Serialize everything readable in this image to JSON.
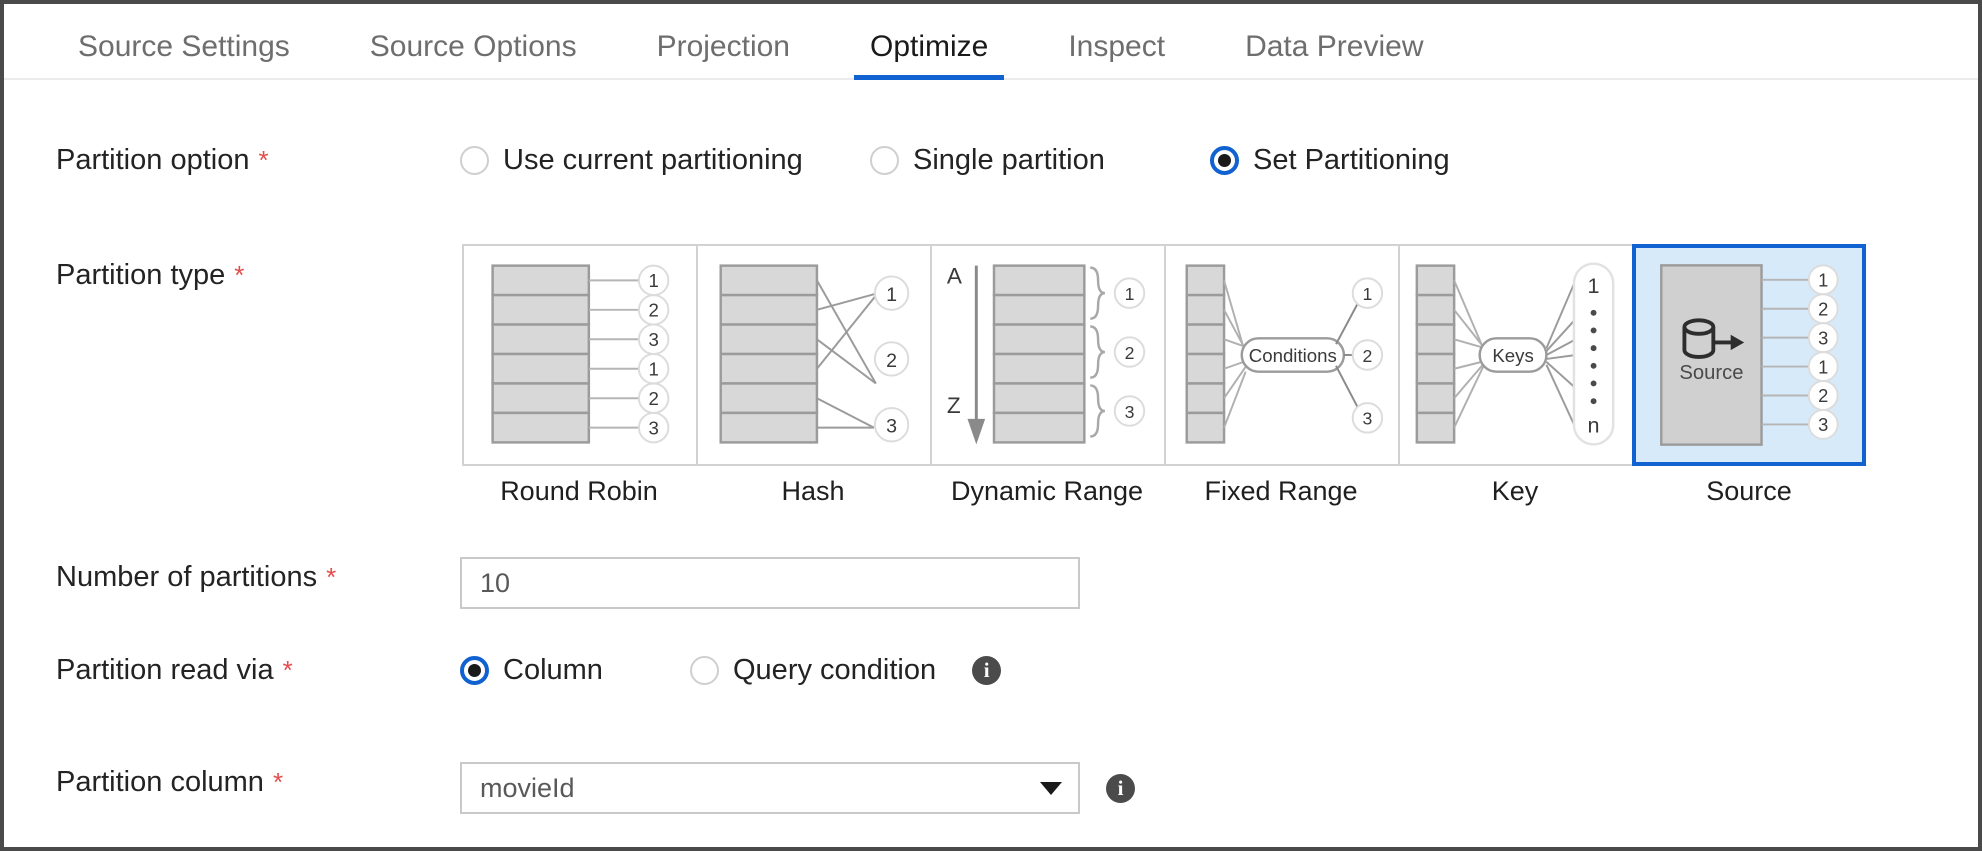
{
  "tabs": [
    {
      "label": "Source Settings",
      "active": false
    },
    {
      "label": "Source Options",
      "active": false
    },
    {
      "label": "Projection",
      "active": false
    },
    {
      "label": "Optimize",
      "active": true
    },
    {
      "label": "Inspect",
      "active": false
    },
    {
      "label": "Data Preview",
      "active": false
    }
  ],
  "colors": {
    "accent": "#0f62d0",
    "selected_card_fill": "#d6eaf9",
    "required_asterisk": "#e34c4c",
    "diagram_gray": "#d8d8d8",
    "diagram_stroke": "#9b9b9b",
    "info_icon": "#4b4b4b"
  },
  "partition_option": {
    "label": "Partition option",
    "required": "*",
    "options": [
      {
        "label": "Use current partitioning",
        "selected": false
      },
      {
        "label": "Single partition",
        "selected": false
      },
      {
        "label": "Set Partitioning",
        "selected": true
      }
    ]
  },
  "partition_type": {
    "label": "Partition type",
    "required": "*",
    "cards": [
      {
        "label": "Round Robin",
        "selected": false,
        "icon": "round-robin-diagram"
      },
      {
        "label": "Hash",
        "selected": false,
        "icon": "hash-diagram"
      },
      {
        "label": "Dynamic Range",
        "selected": false,
        "icon": "dynamic-range-diagram"
      },
      {
        "label": "Fixed Range",
        "selected": false,
        "icon": "fixed-range-diagram"
      },
      {
        "label": "Key",
        "selected": false,
        "icon": "key-diagram"
      },
      {
        "label": "Source",
        "selected": true,
        "icon": "source-diagram"
      }
    ],
    "diagram_text": {
      "round_robin_outputs": [
        "1",
        "2",
        "3",
        "1",
        "2",
        "3"
      ],
      "hash_outputs": [
        "1",
        "2",
        "3"
      ],
      "dynamic_range_top": "A",
      "dynamic_range_bottom": "Z",
      "dynamic_range_outputs": [
        "1",
        "2",
        "3"
      ],
      "fixed_range_node": "Conditions",
      "fixed_range_outputs": [
        "1",
        "2",
        "3"
      ],
      "key_node": "Keys",
      "key_output_first": "1",
      "key_output_last": "n",
      "source_node": "Source",
      "source_outputs": [
        "1",
        "2",
        "3",
        "1",
        "2",
        "3"
      ]
    }
  },
  "number_of_partitions": {
    "label": "Number of partitions",
    "required": "*",
    "value": "10"
  },
  "partition_read_via": {
    "label": "Partition read via",
    "required": "*",
    "options": [
      {
        "label": "Column",
        "selected": true
      },
      {
        "label": "Query condition",
        "selected": false
      }
    ],
    "info_glyph": "i"
  },
  "partition_column": {
    "label": "Partition column",
    "required": "*",
    "value": "movieId",
    "info_glyph": "i"
  }
}
